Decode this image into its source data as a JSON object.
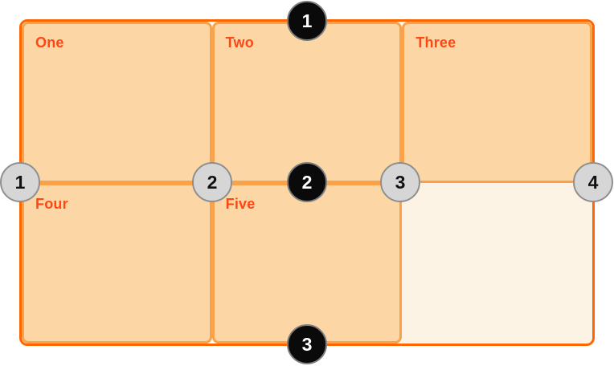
{
  "diagram": {
    "cells": [
      {
        "label": "One"
      },
      {
        "label": "Two"
      },
      {
        "label": "Three"
      },
      {
        "label": "Four"
      },
      {
        "label": "Five"
      },
      {
        "label": ""
      }
    ],
    "row_line_badges": [
      {
        "number": "1"
      },
      {
        "number": "2"
      },
      {
        "number": "3"
      }
    ],
    "column_line_badges": [
      {
        "number": "1"
      },
      {
        "number": "2"
      },
      {
        "number": "3"
      },
      {
        "number": "4"
      }
    ],
    "colors": {
      "background": "#ffffff",
      "outer_border": "#ff6600",
      "cell_border": "#f9a24b",
      "cell_fill": "#fcd7a5",
      "empty_cell_fill": "#fdf3e4",
      "cell_label": "#ff4713",
      "row_badge_fill": "#0a0a0a",
      "row_badge_text": "#ffffff",
      "row_badge_ring": "#7d7d7d",
      "column_badge_fill": "#d6d6d6",
      "column_badge_text": "#111111",
      "column_badge_ring": "#8f8f8f"
    }
  }
}
